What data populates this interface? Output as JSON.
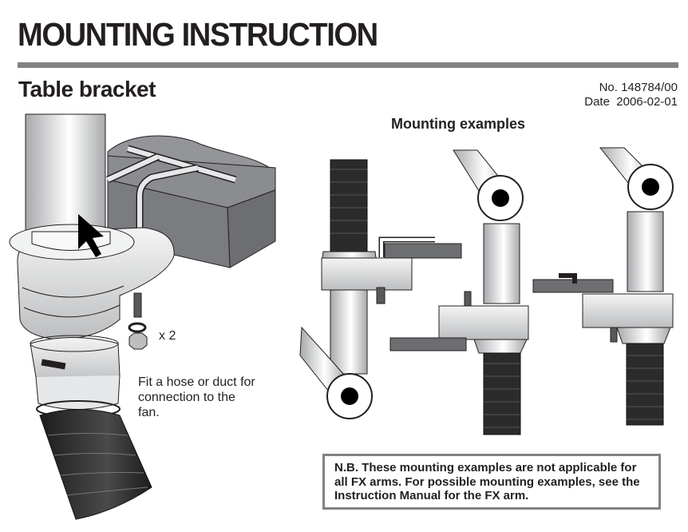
{
  "document": {
    "title": "MOUNTING INSTRUCTION",
    "section_title": "Table bracket",
    "doc_number": "No. 148784/00",
    "date": "Date  2006-02-01"
  },
  "main_illustration": {
    "hardware_quantity": "x 2",
    "hose_note": "Fit a hose or duct for connection to the fan."
  },
  "examples": {
    "title": "Mounting examples",
    "note": "N.B. These mounting examples are not applicable for all FX arms. For possible mounting examples, see the Instruction Manual for the FX arm."
  },
  "colors": {
    "rule_gray": "#808285",
    "table_gray": "#6d6e71",
    "hose_black": "#2b2b2b",
    "metal_light": "#e6e7e8"
  }
}
